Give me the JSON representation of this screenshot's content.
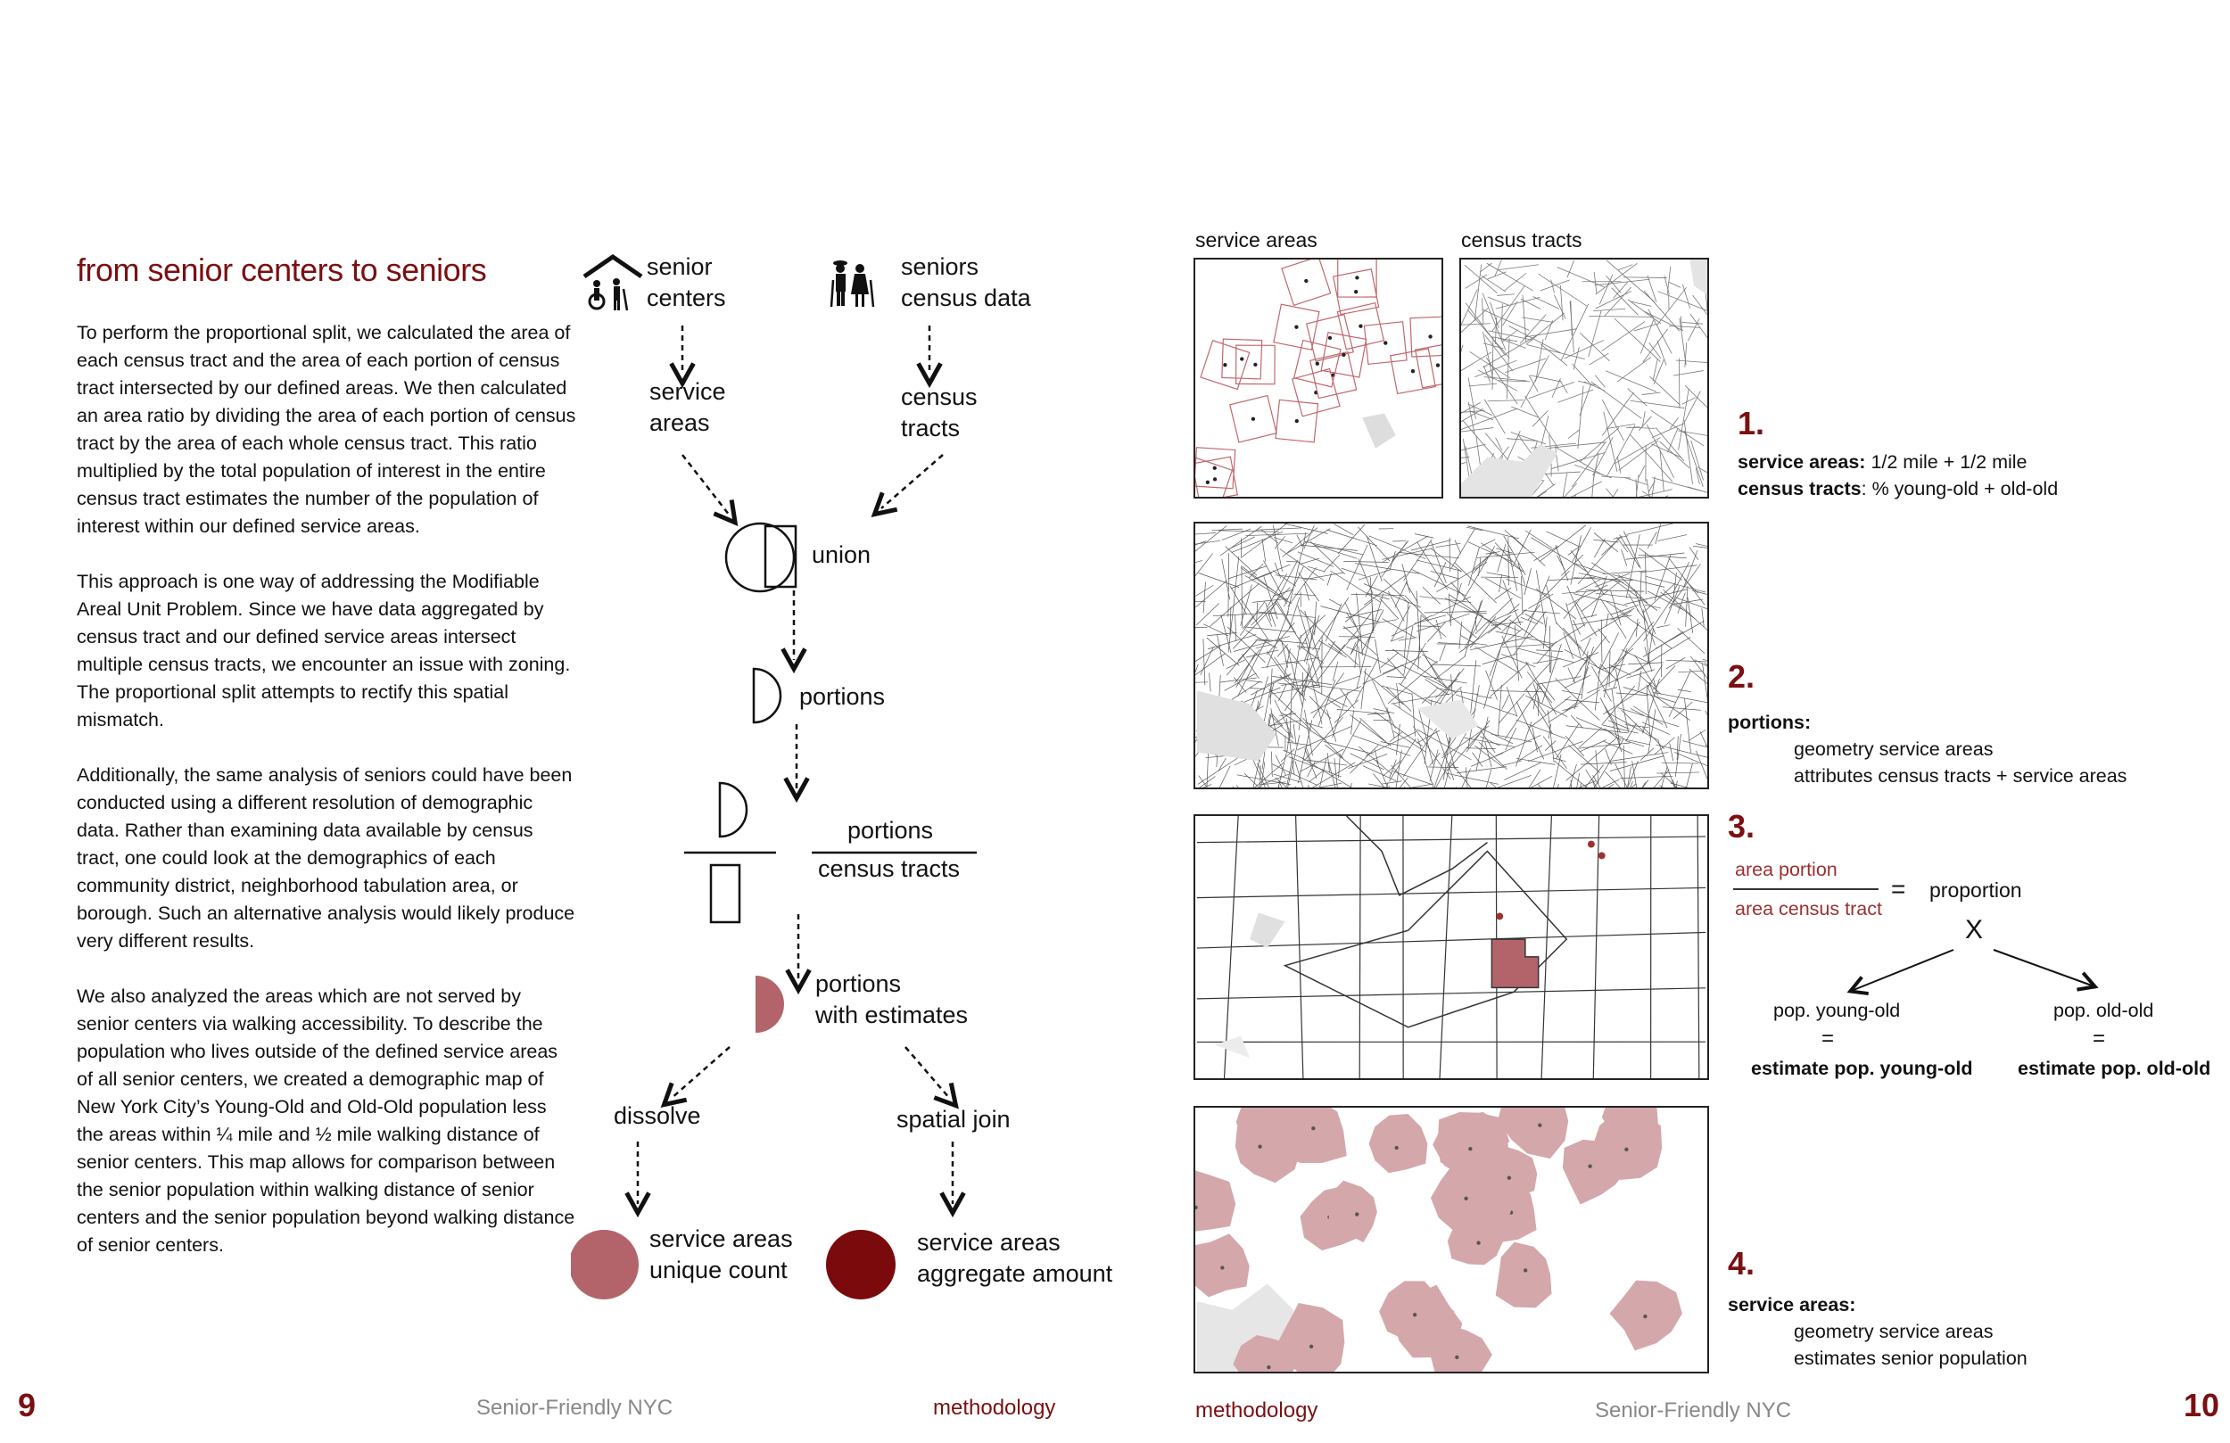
{
  "left_page": {
    "title": "from senior centers to seniors",
    "paragraphs": [
      "To perform the proportional split, we calculated the area of each census tract and the area of each portion of census tract intersected by our defined areas. We then calculated an area ratio by dividing the area of each portion of census tract by the area of each whole census tract. This ratio multiplied by the total population of interest in the entire census tract estimates the number of the population of interest within our defined service areas.",
      "This approach is one way of addressing the Modifiable Areal Unit Problem. Since we have data aggregated by census tract and our defined service areas intersect multiple census tracts, we encounter an issue with zoning. The proportional split attempts to rectify this spatial mismatch.",
      "Additionally, the same analysis of seniors could have been conducted using a different resolution of demographic data. Rather than examining data available by census tract, one could look at the demographics of each community district, neighborhood tabulation area, or borough. Such an alternative analysis would likely produce very different results.",
      "We also analyzed the areas which are not served by senior centers via walking accessibility. To describe the population who lives outside of the defined service areas of all senior centers, we created a demographic map of New York City’s Young-Old and Old-Old population less the areas within ¼ mile and ½ mile walking distance of senior centers. This map allows for comparison between the senior population within walking distance of senior centers and the senior population beyond walking distance of senior centers."
    ]
  },
  "flow": {
    "senior_centers": [
      "senior",
      "centers"
    ],
    "seniors_census": [
      "seniors",
      "census data"
    ],
    "service_areas": [
      "service",
      "areas"
    ],
    "census_tracts": [
      "census",
      "tracts"
    ],
    "union": "union",
    "portions": "portions",
    "fraction_top": "portions",
    "fraction_bottom": "census tracts",
    "portions_estimates": [
      "portions",
      "with estimates"
    ],
    "dissolve": "dissolve",
    "spatial_join": "spatial join",
    "unique_count": [
      "service areas",
      "unique count"
    ],
    "aggregate_amount": [
      "service areas",
      "aggregate amount"
    ],
    "icons": [
      "house-senior-icon",
      "senior-couple-icon"
    ],
    "colors": {
      "light_red": "#b3646a",
      "dark_red": "#7a0a0c"
    }
  },
  "right_page": {
    "map_labels": {
      "service_areas": "service areas",
      "census_tracts": "census tracts"
    },
    "step1": {
      "num": "1.",
      "line1_bold": "service areas:",
      "line1": " 1/2 mile + 1/2 mile",
      "line2_bold": "census tracts",
      "line2": ": % young-old + old-old"
    },
    "step2": {
      "num": "2.",
      "head": "portions:",
      "line1": "geometry service areas",
      "line2": "attributes census tracts + service areas"
    },
    "step3": {
      "num": "3.",
      "numerator": "area portion",
      "denominator": "area census tract",
      "equals": "=",
      "proportion": "proportion",
      "times": "X",
      "young_old": "pop. young-old",
      "old_old": "pop. old-old",
      "eq": "=",
      "est_young": "estimate pop. young-old",
      "est_old": "estimate pop. old-old"
    },
    "step4": {
      "num": "4.",
      "head": "service areas:",
      "line1": "geometry service areas",
      "line2": "estimates senior population"
    }
  },
  "footer": {
    "left_page_num": "9",
    "left_title": "Senior-Friendly NYC",
    "left_section": "methodology",
    "right_section": "methodology",
    "right_title": "Senior-Friendly NYC",
    "right_page_num": "10"
  }
}
